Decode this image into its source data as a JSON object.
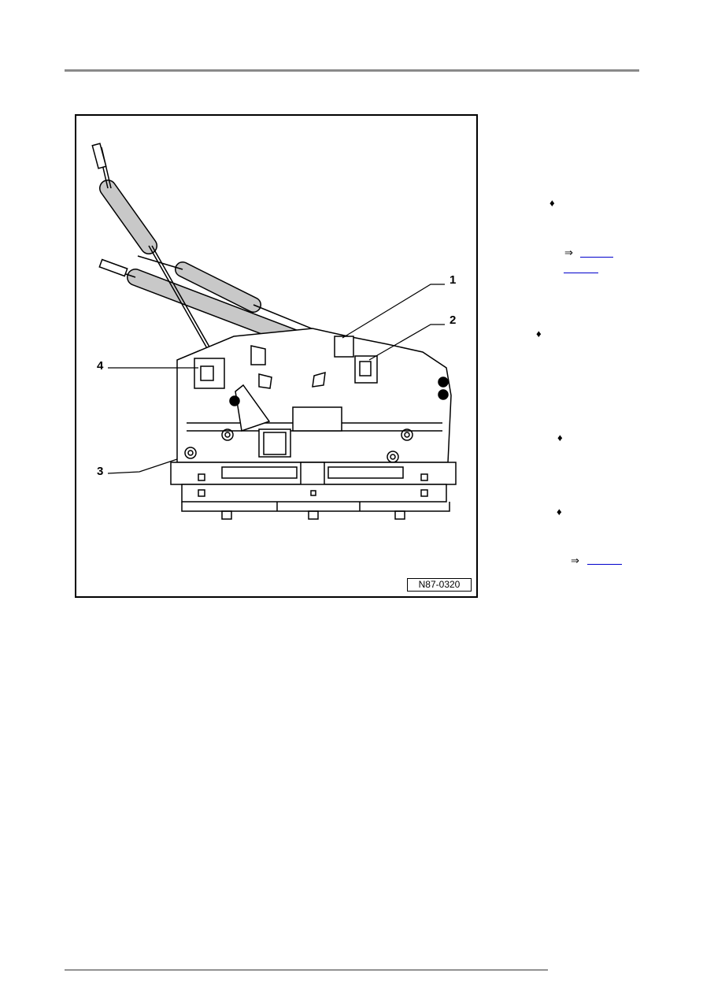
{
  "figure": {
    "id_label": "N87-0320",
    "callouts": [
      "1",
      "2",
      "3",
      "4"
    ],
    "description_alt": "Climatronic control unit with cables"
  },
  "right_column": {
    "bullet_symbol": "♦",
    "arrow_symbol": "⇒"
  }
}
